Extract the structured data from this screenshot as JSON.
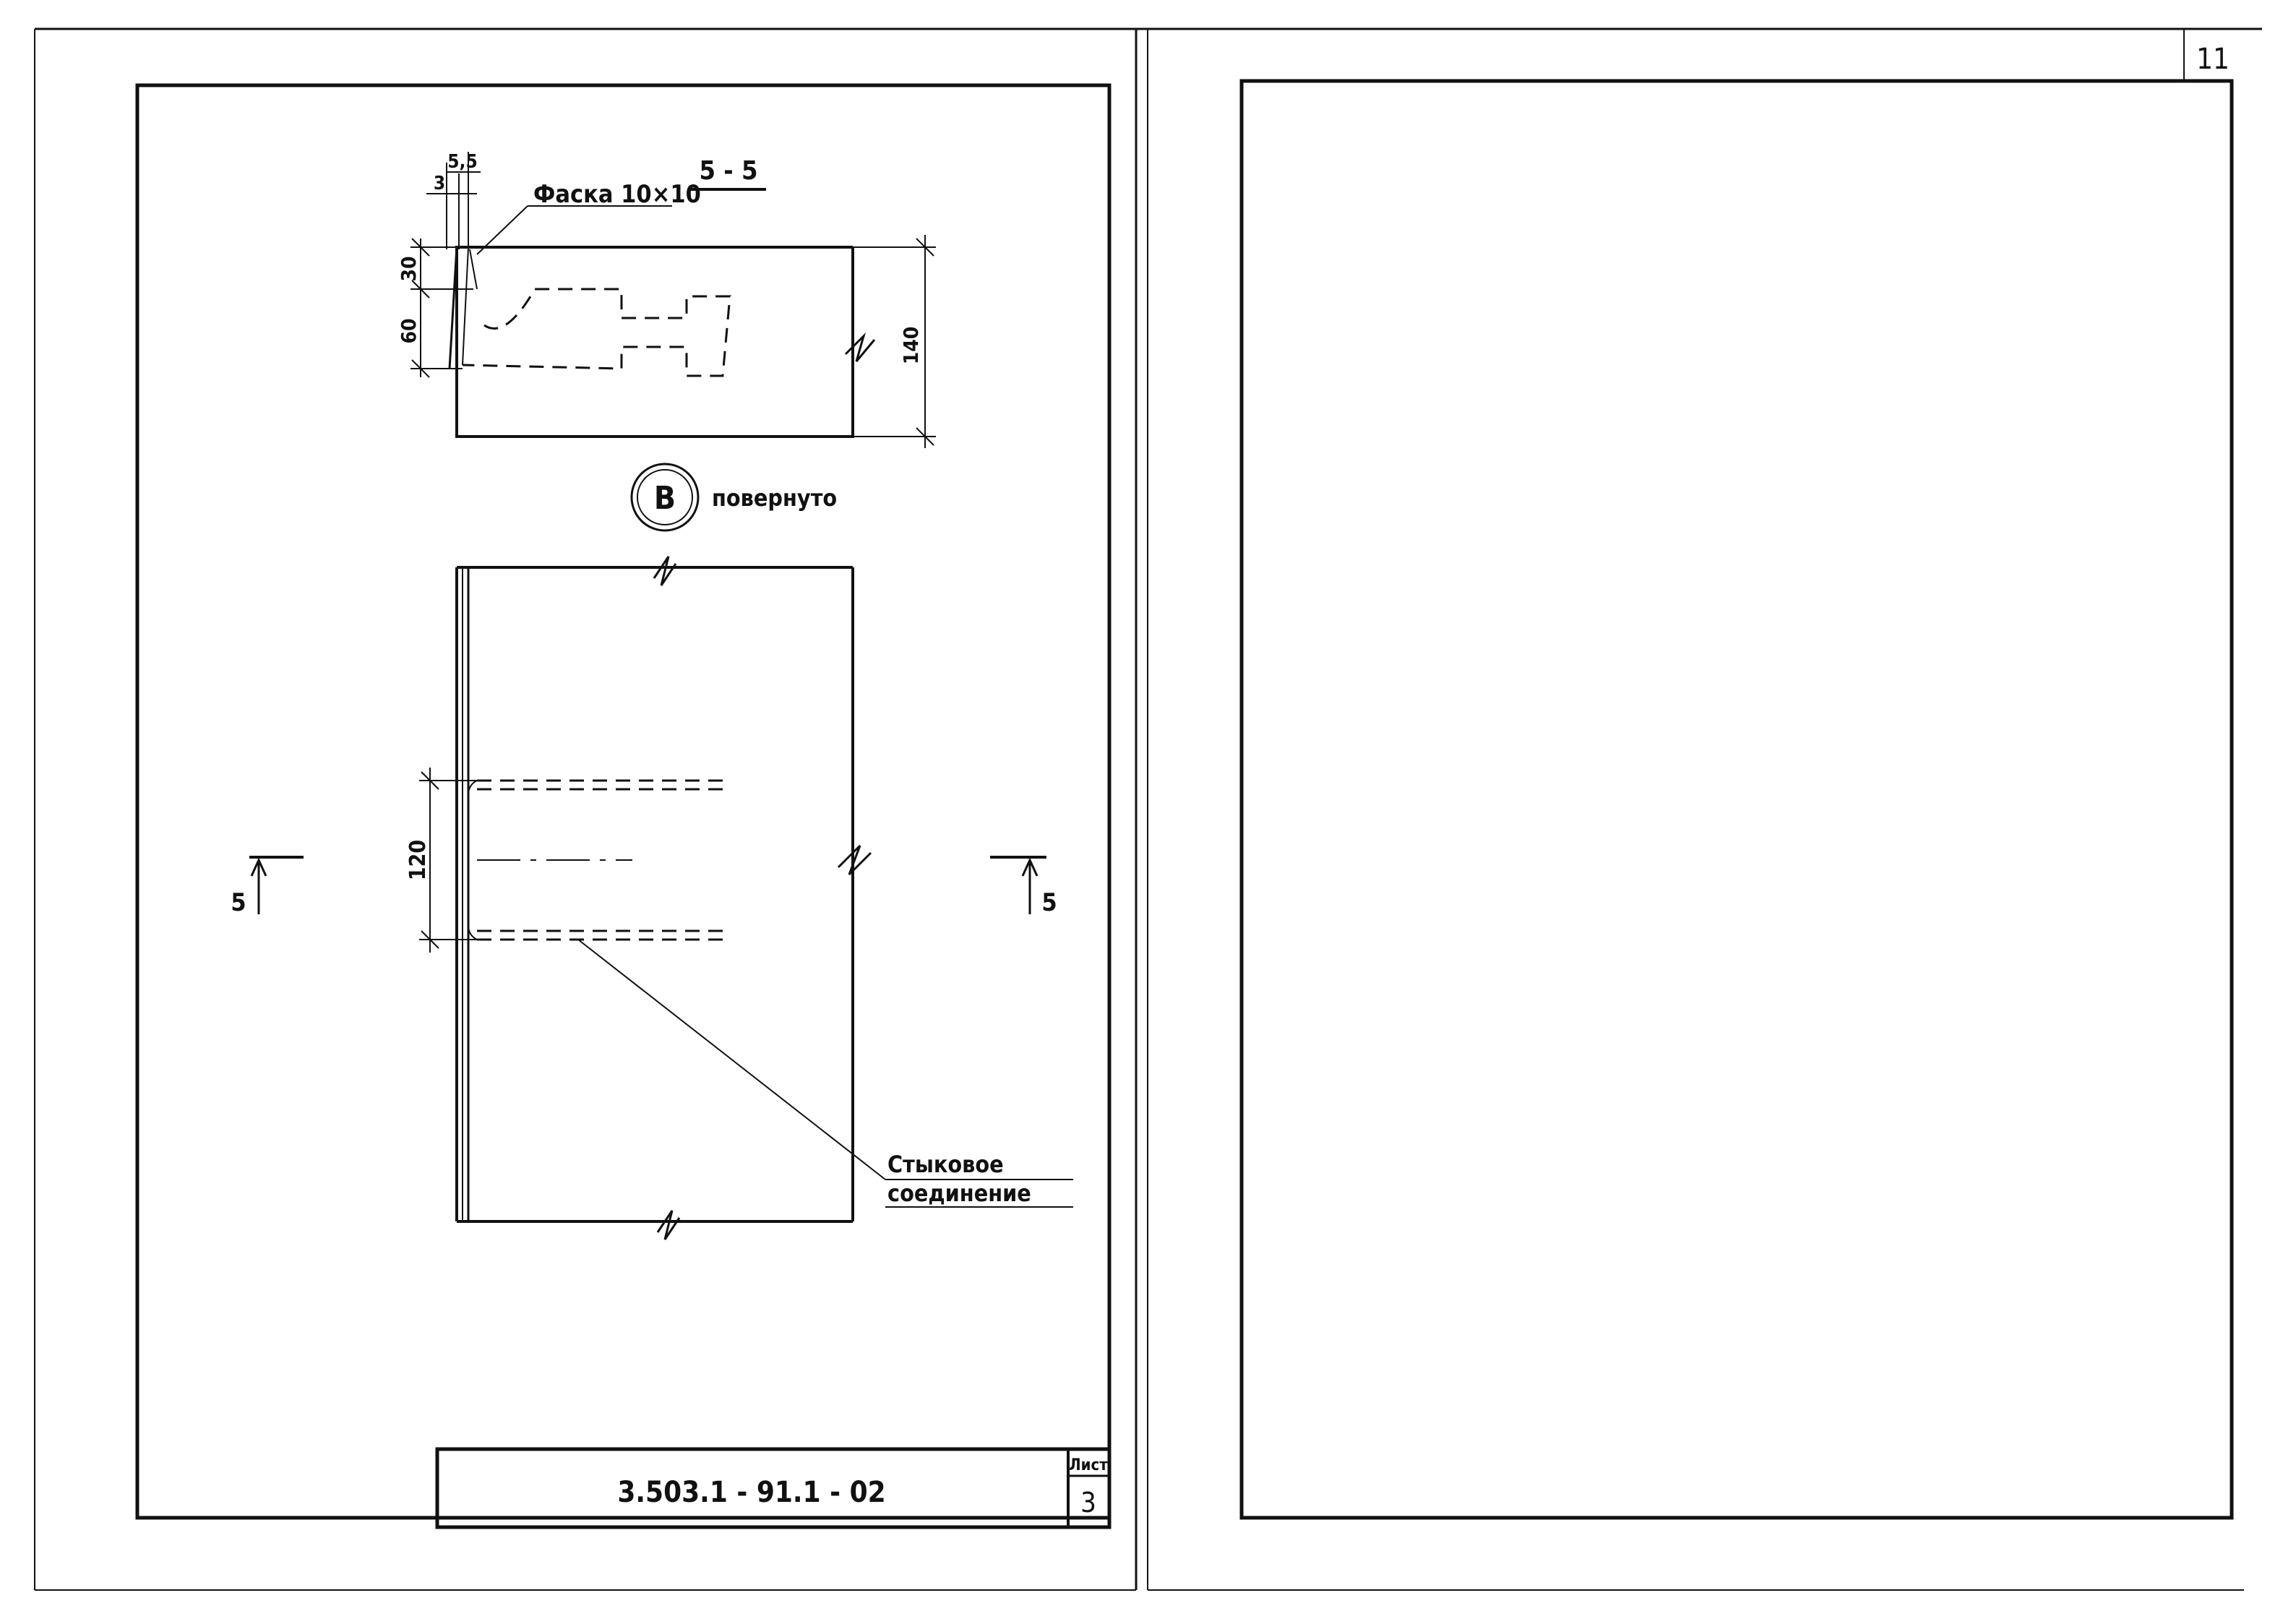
{
  "page_number": "11",
  "section": {
    "title": "5 - 5",
    "chamfer_label": "Фаска 10×10",
    "dim_top_1": "5,5",
    "dim_top_2": "3",
    "dim_left_1": "30",
    "dim_left_2": "60",
    "dim_right": "140"
  },
  "view": {
    "marker_letter": "В",
    "marker_note": "повернуто",
    "dim_spacing": "120",
    "joint_label_line1": "Стыковое",
    "joint_label_line2": "соединение",
    "cut_left_number": "5",
    "cut_right_number": "5"
  },
  "title_block": {
    "document_code": "3.503.1 - 91.1 - 02",
    "sheet_label": "Лист",
    "sheet_number": "3"
  },
  "colors": {
    "ink": "#111111",
    "paper": "#ffffff"
  }
}
